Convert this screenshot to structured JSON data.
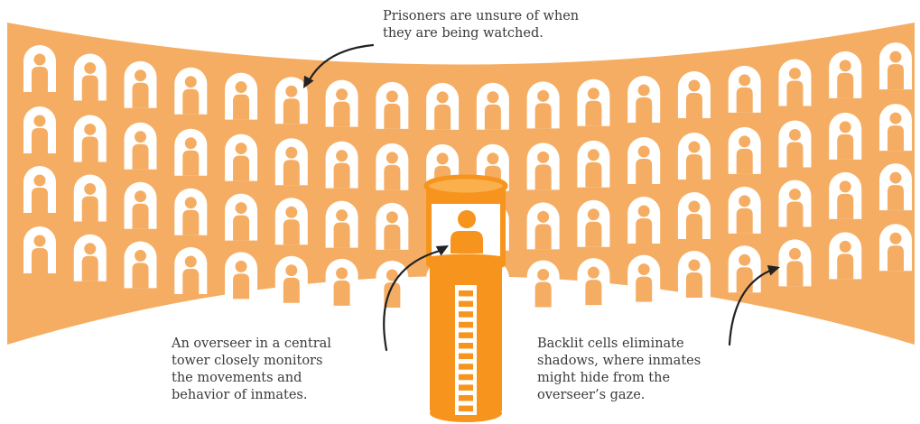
{
  "colors": {
    "wall": "#f5ad63",
    "cell_window": "#ffffff",
    "inmate": "#f5ad63",
    "tower": "#f7941d",
    "tower_top": "#fbb04e",
    "overseer": "#f7941d",
    "arrow": "#222222",
    "text": "#3a3a3a"
  },
  "icons": [
    "inmate-icon",
    "overseer-icon",
    "ladder-icon",
    "arrow-icon"
  ],
  "annotations": {
    "top": {
      "lines": [
        "Prisoners are unsure of when",
        "they are being watched."
      ]
    },
    "left": {
      "lines": [
        "An overseer in a central",
        "tower closely monitors",
        "the movements and",
        "behavior of inmates."
      ]
    },
    "right": {
      "lines": [
        "Backlit cells eliminate",
        "shadows, where inmates",
        "might hide from the",
        "overseer’s gaze."
      ]
    }
  }
}
